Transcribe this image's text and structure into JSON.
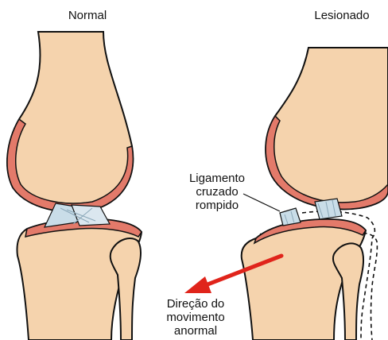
{
  "titles": {
    "normal": "Normal",
    "injured": "Lesionado"
  },
  "annotations": {
    "ligament": [
      "Ligamento",
      "cruzado",
      "rompido"
    ],
    "direction": [
      "Direção do",
      "movimento",
      "anormal"
    ]
  },
  "colors": {
    "bone": "#f5d3ad",
    "cartilage": "#e37a6a",
    "ligament": "#c9dde8",
    "outline": "#111111",
    "arrow": "#e0241b"
  }
}
